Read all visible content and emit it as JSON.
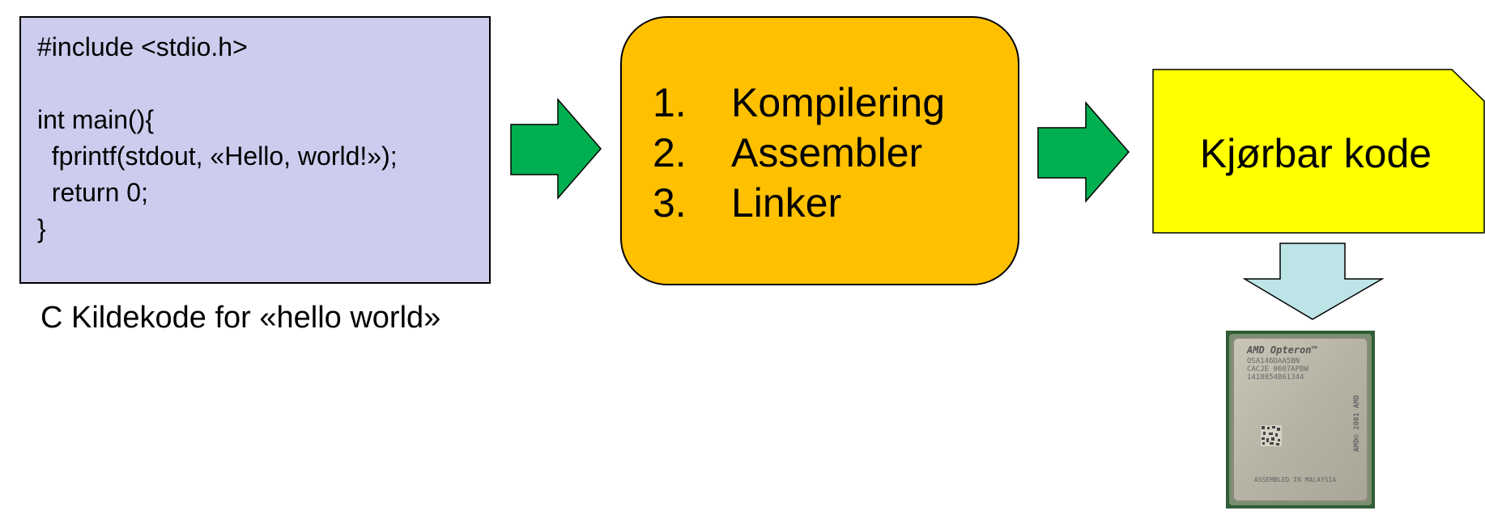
{
  "source": {
    "code_lines": [
      "#include <stdio.h>",
      "",
      "int main(){",
      "  fprintf(stdout, «Hello, world!»);",
      "  return 0;",
      "}"
    ],
    "caption": "C Kildekode for «hello world»"
  },
  "process": {
    "steps": [
      {
        "num": "1.",
        "label": "Kompilering"
      },
      {
        "num": "2.",
        "label": "Assembler"
      },
      {
        "num": "3.",
        "label": "Linker"
      }
    ]
  },
  "output": {
    "label": "Kjørbar kode"
  },
  "cpu_chip": {
    "brand_line": "AMD Opteron™",
    "line2": "OSA146DAA5BN",
    "line3": "CACJE 0607APBW",
    "line4": "1418854B61344",
    "side_text": "AMD© 2001 AMD",
    "bottom_text": "ASSEMBLED IN MALAYSIA"
  },
  "colors": {
    "source_fill": "#ccccee",
    "process_fill": "#ffc000",
    "output_fill": "#ffff00",
    "arrow_green": "#00b050",
    "arrow_down": "#bde4e6"
  }
}
